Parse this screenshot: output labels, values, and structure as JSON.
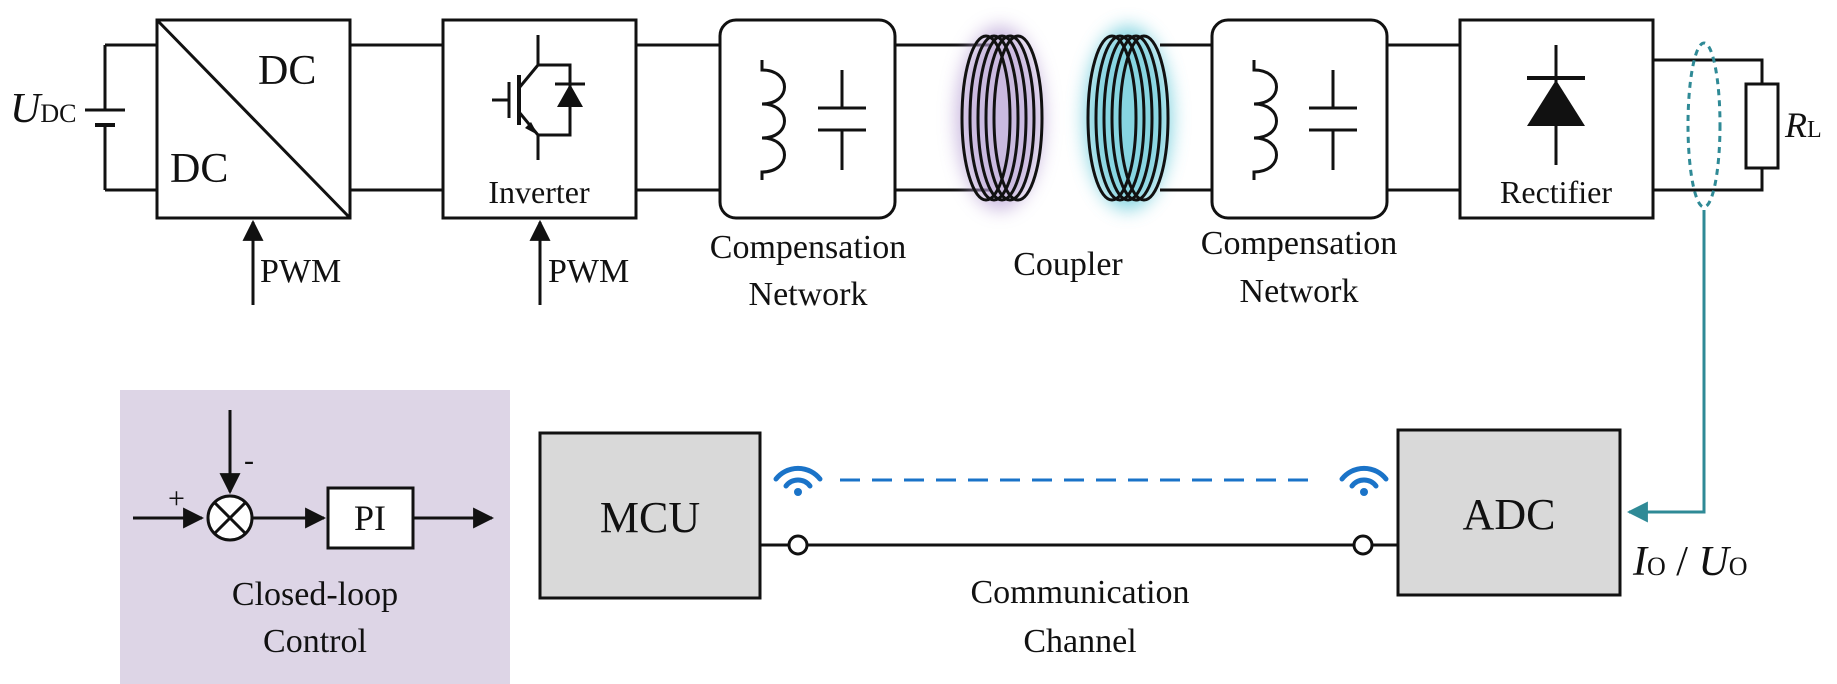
{
  "source": {
    "label_main": "U",
    "label_sub": "DC"
  },
  "dcdc": {
    "top": "DC",
    "bottom": "DC",
    "control": "PWM"
  },
  "inverter": {
    "label": "Inverter",
    "control": "PWM"
  },
  "comp_primary": {
    "line1": "Compensation",
    "line2": "Network"
  },
  "coupler": {
    "label": "Coupler"
  },
  "comp_secondary": {
    "line1": "Compensation",
    "line2": "Network"
  },
  "rectifier": {
    "label": "Rectifier"
  },
  "load": {
    "label_main": "R",
    "label_sub": "L"
  },
  "control": {
    "line1": "Closed-loop",
    "line2": "Control",
    "pi": "PI",
    "plus": "+",
    "minus": "-"
  },
  "mcu": {
    "label": "MCU"
  },
  "adc": {
    "label": "ADC"
  },
  "channel": {
    "line1": "Communication",
    "line2": "Channel"
  },
  "measurement": {
    "i_main": "I",
    "i_sub": "O",
    "sep": " / ",
    "u_main": "U",
    "u_sub": "O"
  },
  "colors": {
    "wire": "#111111",
    "block_fill_gray": "#d9d9d9",
    "control_bg": "#ddd5e6",
    "sense_wire": "#2f8a96",
    "wireless": "#1a73c8",
    "coil_glow_primary": "#b9a3d6",
    "coil_glow_secondary": "#5ec7d8"
  }
}
